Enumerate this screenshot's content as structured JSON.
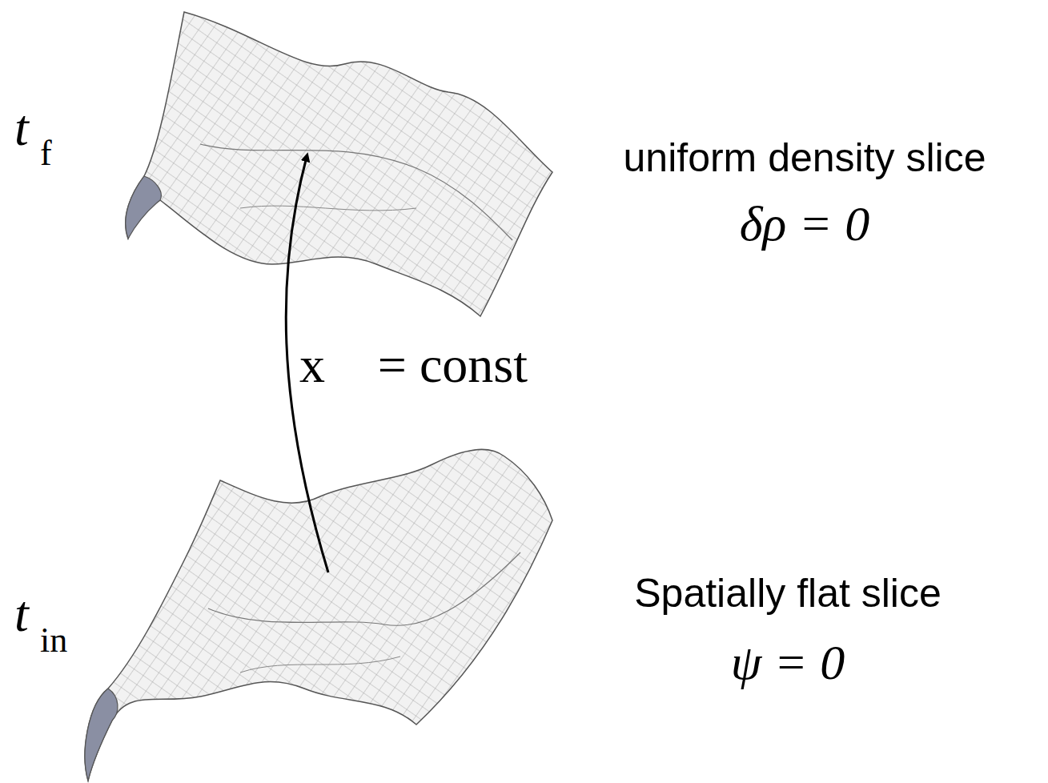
{
  "diagram": {
    "labels": [
      "t",
      "f",
      "uniform density slice",
      "δρ = 0",
      "x⃗ = const",
      "t",
      "in",
      "Spatially flat slice",
      "ψ = 0"
    ]
  }
}
